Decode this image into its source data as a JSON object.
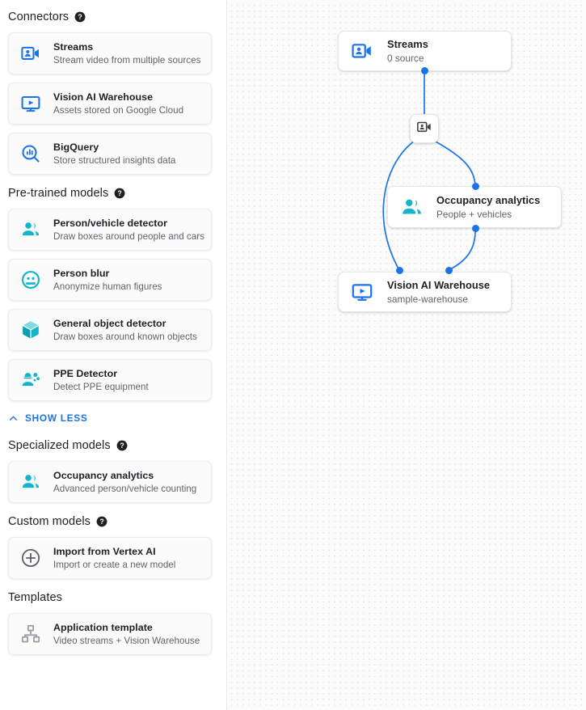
{
  "sidebar": {
    "sections": [
      {
        "id": "connectors",
        "title": "Connectors",
        "has_help": true,
        "help_icon": "help-filled-icon",
        "items": [
          {
            "icon": "video-camera-person-icon",
            "icon_color": "#1a73e8",
            "title": "Streams",
            "subtitle": "Stream video from multiple sources"
          },
          {
            "icon": "video-monitor-play-icon",
            "icon_color": "#1a73e8",
            "title": "Vision AI Warehouse",
            "subtitle": "Assets stored on Google Cloud"
          },
          {
            "icon": "bigquery-magnifier-icon",
            "icon_color": "#1a73e8",
            "title": "BigQuery",
            "subtitle": "Store structured insights data"
          }
        ]
      },
      {
        "id": "pre-trained-models",
        "title": "Pre-trained models",
        "has_help": true,
        "help_icon": "help-filled-icon",
        "items": [
          {
            "icon": "people-group-icon",
            "icon_color": "#12b5cb",
            "title": "Person/vehicle detector",
            "subtitle": "Draw boxes around people and cars"
          },
          {
            "icon": "face-blur-icon",
            "icon_color": "#12b5cb",
            "title": "Person blur",
            "subtitle": "Anonymize human figures"
          },
          {
            "icon": "cube-box-icon",
            "icon_color": "#12b5cb",
            "title": "General object detector",
            "subtitle": "Draw boxes around known objects"
          },
          {
            "icon": "ppe-helmet-person-icon",
            "icon_color": "#12b5cb",
            "title": "PPE Detector",
            "subtitle": "Detect PPE equipment"
          }
        ]
      },
      {
        "id": "specialized-models",
        "title": "Specialized models",
        "has_help": true,
        "help_icon": "help-filled-icon",
        "items": [
          {
            "icon": "people-group-icon",
            "icon_color": "#12b5cb",
            "title": "Occupancy analytics",
            "subtitle": "Advanced person/vehicle counting"
          }
        ]
      },
      {
        "id": "custom-models",
        "title": "Custom models",
        "has_help": true,
        "help_icon": "help-filled-icon",
        "items": [
          {
            "icon": "plus-circle-icon",
            "icon_color": "#5f6368",
            "title": "Import from Vertex AI",
            "subtitle": "Import or create a new model"
          }
        ]
      },
      {
        "id": "templates",
        "title": "Templates",
        "has_help": false,
        "items": [
          {
            "icon": "account-tree-icon",
            "icon_color": "#9aa0a6",
            "title": "Application template",
            "subtitle": "Video streams + Vision Warehouse"
          }
        ]
      }
    ],
    "show_less": {
      "label": "SHOW LESS",
      "icon": "chevron-up-icon",
      "color": "#1a73e8"
    }
  },
  "canvas": {
    "background_dot_color": "#e0e0e0",
    "edge_color": "#1a73e8",
    "port_color": "#1a73e8",
    "nodes": [
      {
        "id": "streams",
        "icon": "video-camera-person-icon",
        "icon_color": "#1a73e8",
        "title": "Streams",
        "subtitle": "0 source"
      },
      {
        "id": "stream-relay",
        "icon": "video-camera-person-icon",
        "icon_color": "#3c4043",
        "title": "",
        "subtitle": ""
      },
      {
        "id": "occupancy-analytics",
        "icon": "people-group-icon",
        "icon_color": "#12b5cb",
        "title": "Occupancy analytics",
        "subtitle": "People + vehicles"
      },
      {
        "id": "vision-ai-warehouse",
        "icon": "video-monitor-play-icon",
        "icon_color": "#1a73e8",
        "title": "Vision AI Warehouse",
        "subtitle": "sample-warehouse"
      }
    ]
  }
}
